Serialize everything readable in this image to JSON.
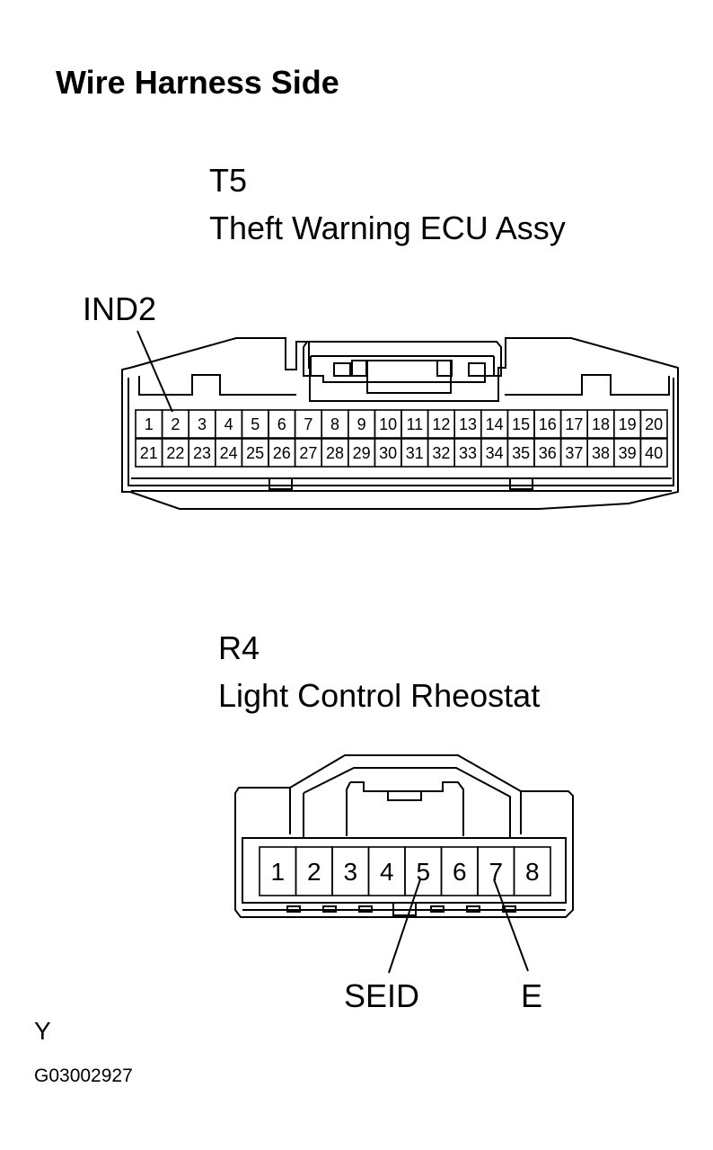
{
  "heading": "Wire Harness Side",
  "connector_t5": {
    "code": "T5",
    "name": "Theft Warning ECU Assy",
    "pins_top": [
      "1",
      "2",
      "3",
      "4",
      "5",
      "6",
      "7",
      "8",
      "9",
      "10",
      "11",
      "12",
      "13",
      "14",
      "15",
      "16",
      "17",
      "18",
      "19",
      "20"
    ],
    "pins_bottom": [
      "21",
      "22",
      "23",
      "24",
      "25",
      "26",
      "27",
      "28",
      "29",
      "30",
      "31",
      "32",
      "33",
      "34",
      "35",
      "36",
      "37",
      "38",
      "39",
      "40"
    ],
    "callout": "IND2"
  },
  "connector_r4": {
    "code": "R4",
    "name": "Light Control Rheostat",
    "pins": [
      "1",
      "2",
      "3",
      "4",
      "5",
      "6",
      "7",
      "8"
    ],
    "callout_left": "SEID",
    "callout_right": "E"
  },
  "footer": {
    "mark": "Y",
    "figure_id": "G03002927"
  }
}
